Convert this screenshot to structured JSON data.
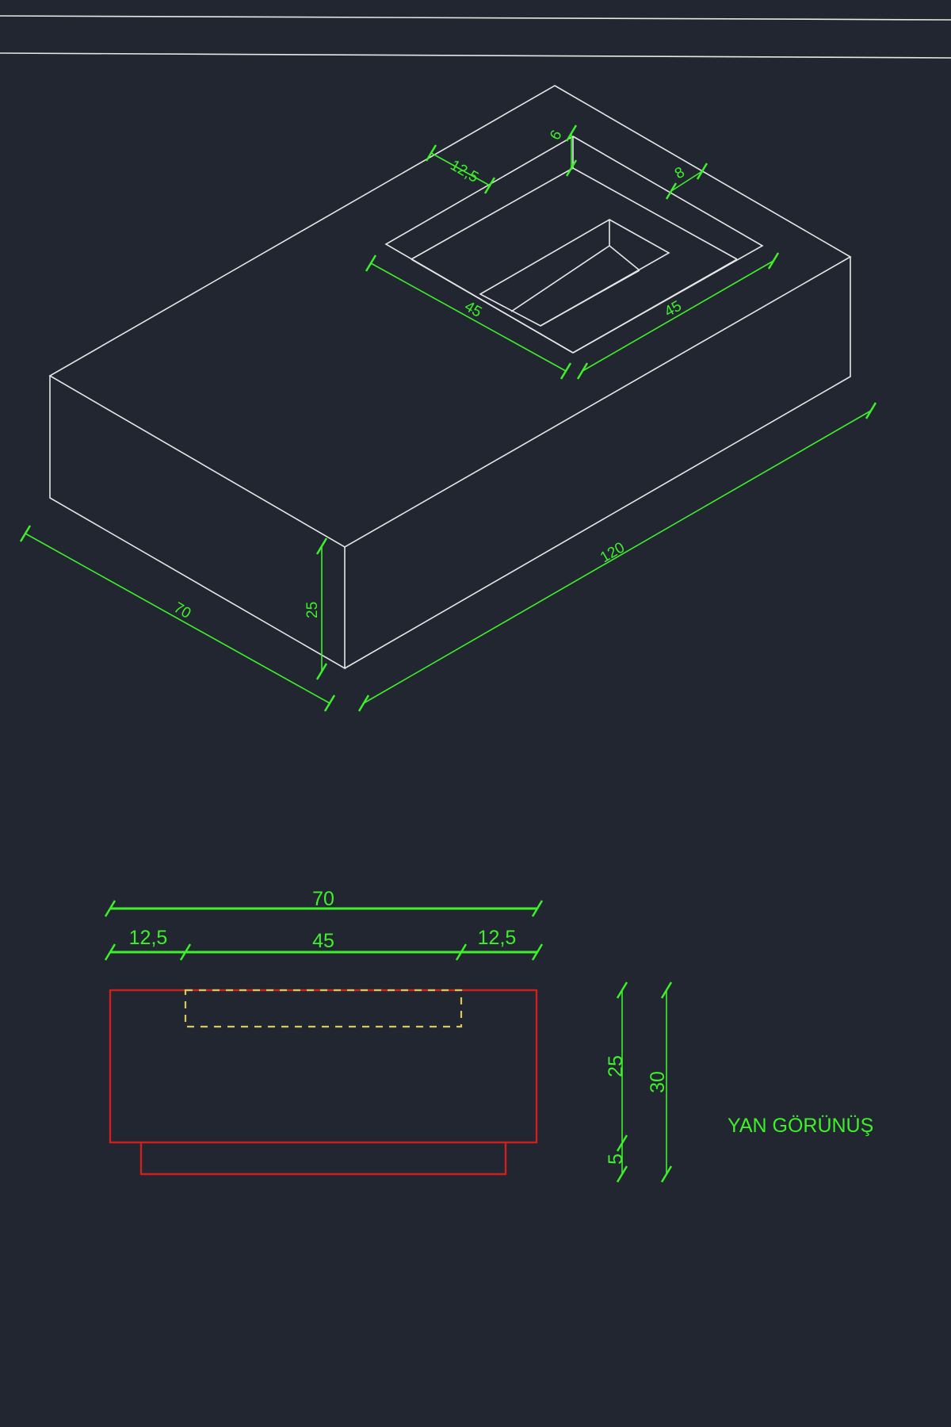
{
  "iso_view": {
    "dimensions": {
      "flange_width": "12,5",
      "flange_depth": "6",
      "rim_width": "8",
      "opening_length": "45",
      "opening_width": "45",
      "total_length": "120",
      "total_width": "70",
      "height": "25"
    }
  },
  "side_view": {
    "title": "YAN GÖRÜNÜŞ",
    "dimensions": {
      "overall_width": "70",
      "left_margin": "12,5",
      "opening": "45",
      "right_margin": "12,5",
      "body_height": "25",
      "base_height": "5",
      "total_height": "30"
    }
  },
  "colors": {
    "background": "#212630",
    "edges": "#e6e6e6",
    "dimensions": "#3ef02a",
    "side_outline": "#cf1f1f",
    "hidden_lines": "#d9c95a"
  }
}
